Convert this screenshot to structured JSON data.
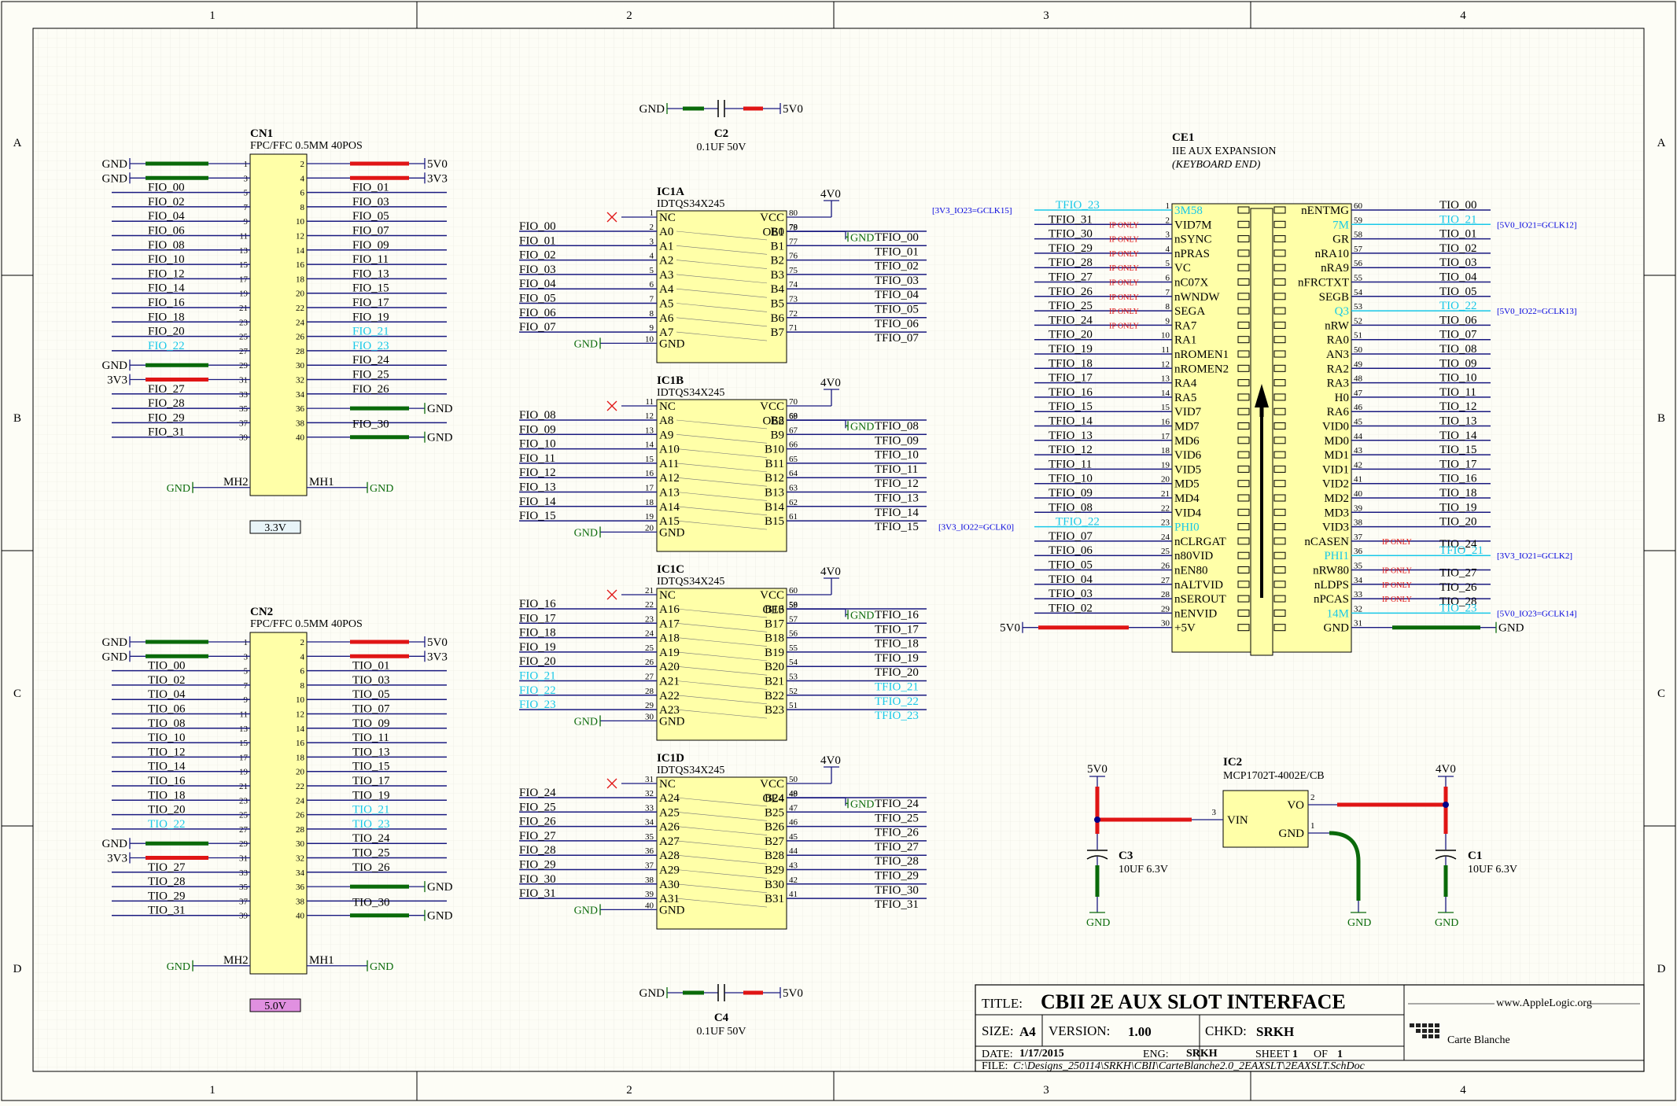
{
  "border": {
    "columns": [
      "1",
      "2",
      "3",
      "4"
    ],
    "rows": [
      "A",
      "B",
      "C",
      "D"
    ]
  },
  "power": {
    "gnd": "GND",
    "v5": "5V0",
    "v3": "3V3",
    "v4": "4V0"
  },
  "cn1": {
    "ref": "CN1",
    "desc": "FPC/FFC 0.5MM 40POS",
    "left": [
      "",
      "",
      "FIO_00",
      "FIO_02",
      "FIO_04",
      "FIO_06",
      "FIO_08",
      "FIO_10",
      "FIO_12",
      "FIO_14",
      "FIO_16",
      "FIO_18",
      "FIO_20",
      "FIO_22",
      "",
      "",
      "FIO_27",
      "FIO_28",
      "FIO_29",
      "FIO_31"
    ],
    "right": [
      "",
      "",
      "FIO_01",
      "FIO_03",
      "FIO_05",
      "FIO_07",
      "FIO_09",
      "FIO_11",
      "FIO_13",
      "FIO_15",
      "FIO_17",
      "FIO_19",
      "FIO_21",
      "FIO_23",
      "FIO_24",
      "FIO_25",
      "FIO_26",
      "",
      "FIO_30",
      ""
    ],
    "mh2": "MH2",
    "mh1": "MH1",
    "badge": "3.3V"
  },
  "cn2": {
    "ref": "CN2",
    "desc": "FPC/FFC 0.5MM 40POS",
    "left": [
      "",
      "",
      "TIO_00",
      "TIO_02",
      "TIO_04",
      "TIO_06",
      "TIO_08",
      "TIO_10",
      "TIO_12",
      "TIO_14",
      "TIO_16",
      "TIO_18",
      "TIO_20",
      "TIO_22",
      "",
      "",
      "TIO_27",
      "TIO_28",
      "TIO_29",
      "TIO_31"
    ],
    "right": [
      "",
      "",
      "TIO_01",
      "TIO_03",
      "TIO_05",
      "TIO_07",
      "TIO_09",
      "TIO_11",
      "TIO_13",
      "TIO_15",
      "TIO_17",
      "TIO_19",
      "TIO_21",
      "TIO_23",
      "TIO_24",
      "TIO_25",
      "TIO_26",
      "",
      "TIO_30",
      ""
    ],
    "mh2": "MH2",
    "mh1": "MH1",
    "badge": "5.0V"
  },
  "caps": {
    "c2": {
      "ref": "C2",
      "value": "0.1UF 50V"
    },
    "c4": {
      "ref": "C4",
      "value": "0.1UF 50V"
    },
    "c3": {
      "ref": "C3",
      "value": "10UF 6.3V"
    },
    "c1": {
      "ref": "C1",
      "value": "10UF 6.3V"
    }
  },
  "ic1": [
    {
      "ref": "IC1A",
      "part": "IDTQS34X245",
      "nc": "1",
      "vccpin": "80",
      "oepin": "79",
      "oe": "OE1",
      "gndpin": "10",
      "apins": [
        "2",
        "3",
        "4",
        "5",
        "6",
        "7",
        "8",
        "9"
      ],
      "bpins": [
        "78",
        "77",
        "76",
        "75",
        "74",
        "73",
        "72",
        "71"
      ],
      "a": [
        "A0",
        "A1",
        "A2",
        "A3",
        "A4",
        "A5",
        "A6",
        "A7"
      ],
      "b": [
        "B0",
        "B1",
        "B2",
        "B3",
        "B4",
        "B5",
        "B6",
        "B7"
      ],
      "ins": [
        "FIO_00",
        "FIO_01",
        "FIO_02",
        "FIO_03",
        "FIO_04",
        "FIO_05",
        "FIO_06",
        "FIO_07"
      ],
      "outs": [
        "TFIO_00",
        "TFIO_01",
        "TFIO_02",
        "TFIO_03",
        "TFIO_04",
        "TFIO_05",
        "TFIO_06",
        "TFIO_07"
      ]
    },
    {
      "ref": "IC1B",
      "part": "IDTQS34X245",
      "nc": "11",
      "vccpin": "70",
      "oepin": "69",
      "oe": "OE2",
      "gndpin": "20",
      "apins": [
        "12",
        "13",
        "14",
        "15",
        "16",
        "17",
        "18",
        "19"
      ],
      "bpins": [
        "68",
        "67",
        "66",
        "65",
        "64",
        "63",
        "62",
        "61"
      ],
      "a": [
        "A8",
        "A9",
        "A10",
        "A11",
        "A12",
        "A13",
        "A14",
        "A15"
      ],
      "b": [
        "B8",
        "B9",
        "B10",
        "B11",
        "B12",
        "B13",
        "B14",
        "B15"
      ],
      "ins": [
        "FIO_08",
        "FIO_09",
        "FIO_10",
        "FIO_11",
        "FIO_12",
        "FIO_13",
        "FIO_14",
        "FIO_15"
      ],
      "outs": [
        "TFIO_08",
        "TFIO_09",
        "TFIO_10",
        "TFIO_11",
        "TFIO_12",
        "TFIO_13",
        "TFIO_14",
        "TFIO_15"
      ]
    },
    {
      "ref": "IC1C",
      "part": "IDTQS34X245",
      "nc": "21",
      "vccpin": "60",
      "oepin": "59",
      "oe": "OE3",
      "gndpin": "30",
      "apins": [
        "22",
        "23",
        "24",
        "25",
        "26",
        "27",
        "28",
        "29"
      ],
      "bpins": [
        "58",
        "57",
        "56",
        "55",
        "54",
        "53",
        "52",
        "51"
      ],
      "a": [
        "A16",
        "A17",
        "A18",
        "A19",
        "A20",
        "A21",
        "A22",
        "A23"
      ],
      "b": [
        "B16",
        "B17",
        "B18",
        "B19",
        "B20",
        "B21",
        "B22",
        "B23"
      ],
      "ins": [
        "FIO_16",
        "FIO_17",
        "FIO_18",
        "FIO_19",
        "FIO_20",
        "FIO_21",
        "FIO_22",
        "FIO_23"
      ],
      "outs": [
        "TFIO_16",
        "TFIO_17",
        "TFIO_18",
        "TFIO_19",
        "TFIO_20",
        "TFIO_21",
        "TFIO_22",
        "TFIO_23"
      ]
    },
    {
      "ref": "IC1D",
      "part": "IDTQS34X245",
      "nc": "31",
      "vccpin": "50",
      "oepin": "49",
      "oe": "OE4",
      "gndpin": "40",
      "apins": [
        "32",
        "33",
        "34",
        "35",
        "36",
        "37",
        "38",
        "39"
      ],
      "bpins": [
        "48",
        "47",
        "46",
        "45",
        "44",
        "43",
        "42",
        "41"
      ],
      "a": [
        "A24",
        "A25",
        "A26",
        "A27",
        "A28",
        "A29",
        "A30",
        "A31"
      ],
      "b": [
        "B24",
        "B25",
        "B26",
        "B27",
        "B28",
        "B29",
        "B30",
        "B31"
      ],
      "ins": [
        "FIO_24",
        "FIO_25",
        "FIO_26",
        "FIO_27",
        "FIO_28",
        "FIO_29",
        "FIO_30",
        "FIO_31"
      ],
      "outs": [
        "TFIO_24",
        "TFIO_25",
        "TFIO_26",
        "TFIO_27",
        "TFIO_28",
        "TFIO_29",
        "TFIO_30",
        "TFIO_31"
      ]
    }
  ],
  "ic1_common": {
    "nc": "NC",
    "vcc": "VCC",
    "gnd": "GND"
  },
  "ce1": {
    "ref": "CE1",
    "desc": "IIE AUX EXPANSION",
    "desc2": "(KEYBOARD END)",
    "left_pins": [
      "3M58",
      "VID7M",
      "nSYNC",
      "nPRAS",
      "VC",
      "nC07X",
      "nWNDW",
      "SEGA",
      "RA7",
      "RA1",
      "nROMEN1",
      "nROMEN2",
      "RA4",
      "RA5",
      "VID7",
      "MD7",
      "MD6",
      "VID6",
      "VID5",
      "MD5",
      "MD4",
      "VID4",
      "PHI0",
      "nCLRGAT",
      "n80VID",
      "nEN80",
      "nALTVID",
      "nSEROUT",
      "nENVID",
      "+5V"
    ],
    "left_nums": [
      "1",
      "2",
      "3",
      "4",
      "5",
      "6",
      "7",
      "8",
      "9",
      "10",
      "11",
      "12",
      "13",
      "14",
      "15",
      "16",
      "17",
      "18",
      "19",
      "20",
      "21",
      "22",
      "23",
      "24",
      "25",
      "26",
      "27",
      "28",
      "29",
      "30"
    ],
    "left_nets": [
      "TFIO_23",
      "TFIO_31",
      "TFIO_30",
      "TFIO_29",
      "TFIO_28",
      "TFIO_27",
      "TFIO_26",
      "TFIO_25",
      "TFIO_24",
      "TFIO_20",
      "TFIO_19",
      "TFIO_18",
      "TFIO_17",
      "TFIO_16",
      "TFIO_15",
      "TFIO_14",
      "TFIO_13",
      "TFIO_12",
      "TFIO_11",
      "TFIO_10",
      "TFIO_09",
      "TFIO_08",
      "TFIO_22",
      "TFIO_07",
      "TFIO_06",
      "TFIO_05",
      "TFIO_04",
      "TFIO_03",
      "TFIO_02",
      ""
    ],
    "right_pins": [
      "nENTMG",
      "7M",
      "GR",
      "nRA10",
      "nRA9",
      "nFRCTXT",
      "SEGB",
      "Q3",
      "nRW",
      "RA0",
      "AN3",
      "RA2",
      "RA3",
      "H0",
      "RA6",
      "VID0",
      "MD0",
      "MD1",
      "VID1",
      "VID2",
      "MD2",
      "MD3",
      "VID3",
      "nCASEN",
      "PHI1",
      "nRW80",
      "nLDPS",
      "nPCAS",
      "14M",
      "GND"
    ],
    "right_nums": [
      "60",
      "59",
      "58",
      "57",
      "56",
      "55",
      "54",
      "53",
      "52",
      "51",
      "50",
      "49",
      "48",
      "47",
      "46",
      "45",
      "44",
      "43",
      "42",
      "41",
      "40",
      "39",
      "38",
      "37",
      "36",
      "35",
      "34",
      "33",
      "32",
      "31"
    ],
    "right_nets": [
      "TIO_00",
      "TIO_21",
      "TIO_01",
      "TIO_02",
      "TIO_03",
      "TIO_04",
      "TIO_05",
      "TIO_22",
      "TIO_06",
      "TIO_07",
      "TIO_08",
      "TIO_09",
      "TIO_10",
      "TIO_11",
      "TIO_12",
      "TIO_13",
      "TIO_14",
      "TIO_15",
      "TIO_17",
      "TIO_16",
      "TIO_18",
      "TIO_19",
      "TIO_20",
      "TIO_24",
      "TFIO_21",
      "TIO_27",
      "TIO_26",
      "TIO_28",
      "TIO_23",
      ""
    ],
    "ip_only": "IP ONLY",
    "notes": {
      "n1": "[3V3_IO23=GCLK15]",
      "n2": "[3V3_IO22=GCLK0]",
      "n3": "[5V0_IO21=GCLK12]",
      "n4": "[5V0_IO22=GCLK13]",
      "n5": "[3V3_IO21=GCLK2]",
      "n6": "[5V0_IO23=GCLK14]"
    }
  },
  "ic2": {
    "ref": "IC2",
    "part": "MCP1702T-4002E/CB",
    "vin": "VIN",
    "vo": "VO",
    "gnd": "GND",
    "pin_vin": "3",
    "pin_vo": "2",
    "pin_gnd": "1"
  },
  "title_block": {
    "title_label": "TITLE:",
    "title": "CBII 2E AUX SLOT INTERFACE",
    "size_label": "SIZE:",
    "size": "A4",
    "version_label": "VERSION:",
    "version": "1.00",
    "chkd_label": "CHKD:",
    "chkd": "SRKH",
    "date_label": "DATE:",
    "date": "1/17/2015",
    "eng_label": "ENG:",
    "eng": "SRKH",
    "sheet_label": "SHEET",
    "sheet": "1",
    "of_label": "OF",
    "of": "1",
    "file_label": "FILE:",
    "file": "C:\\Designs_250114\\SRKH\\CBII\\CarteBlanche2.0_2EAXSLT\\2EAXSLT.SchDoc",
    "logo_url": "www.AppleLogic.org",
    "logo_name": "Carte Blanche"
  }
}
